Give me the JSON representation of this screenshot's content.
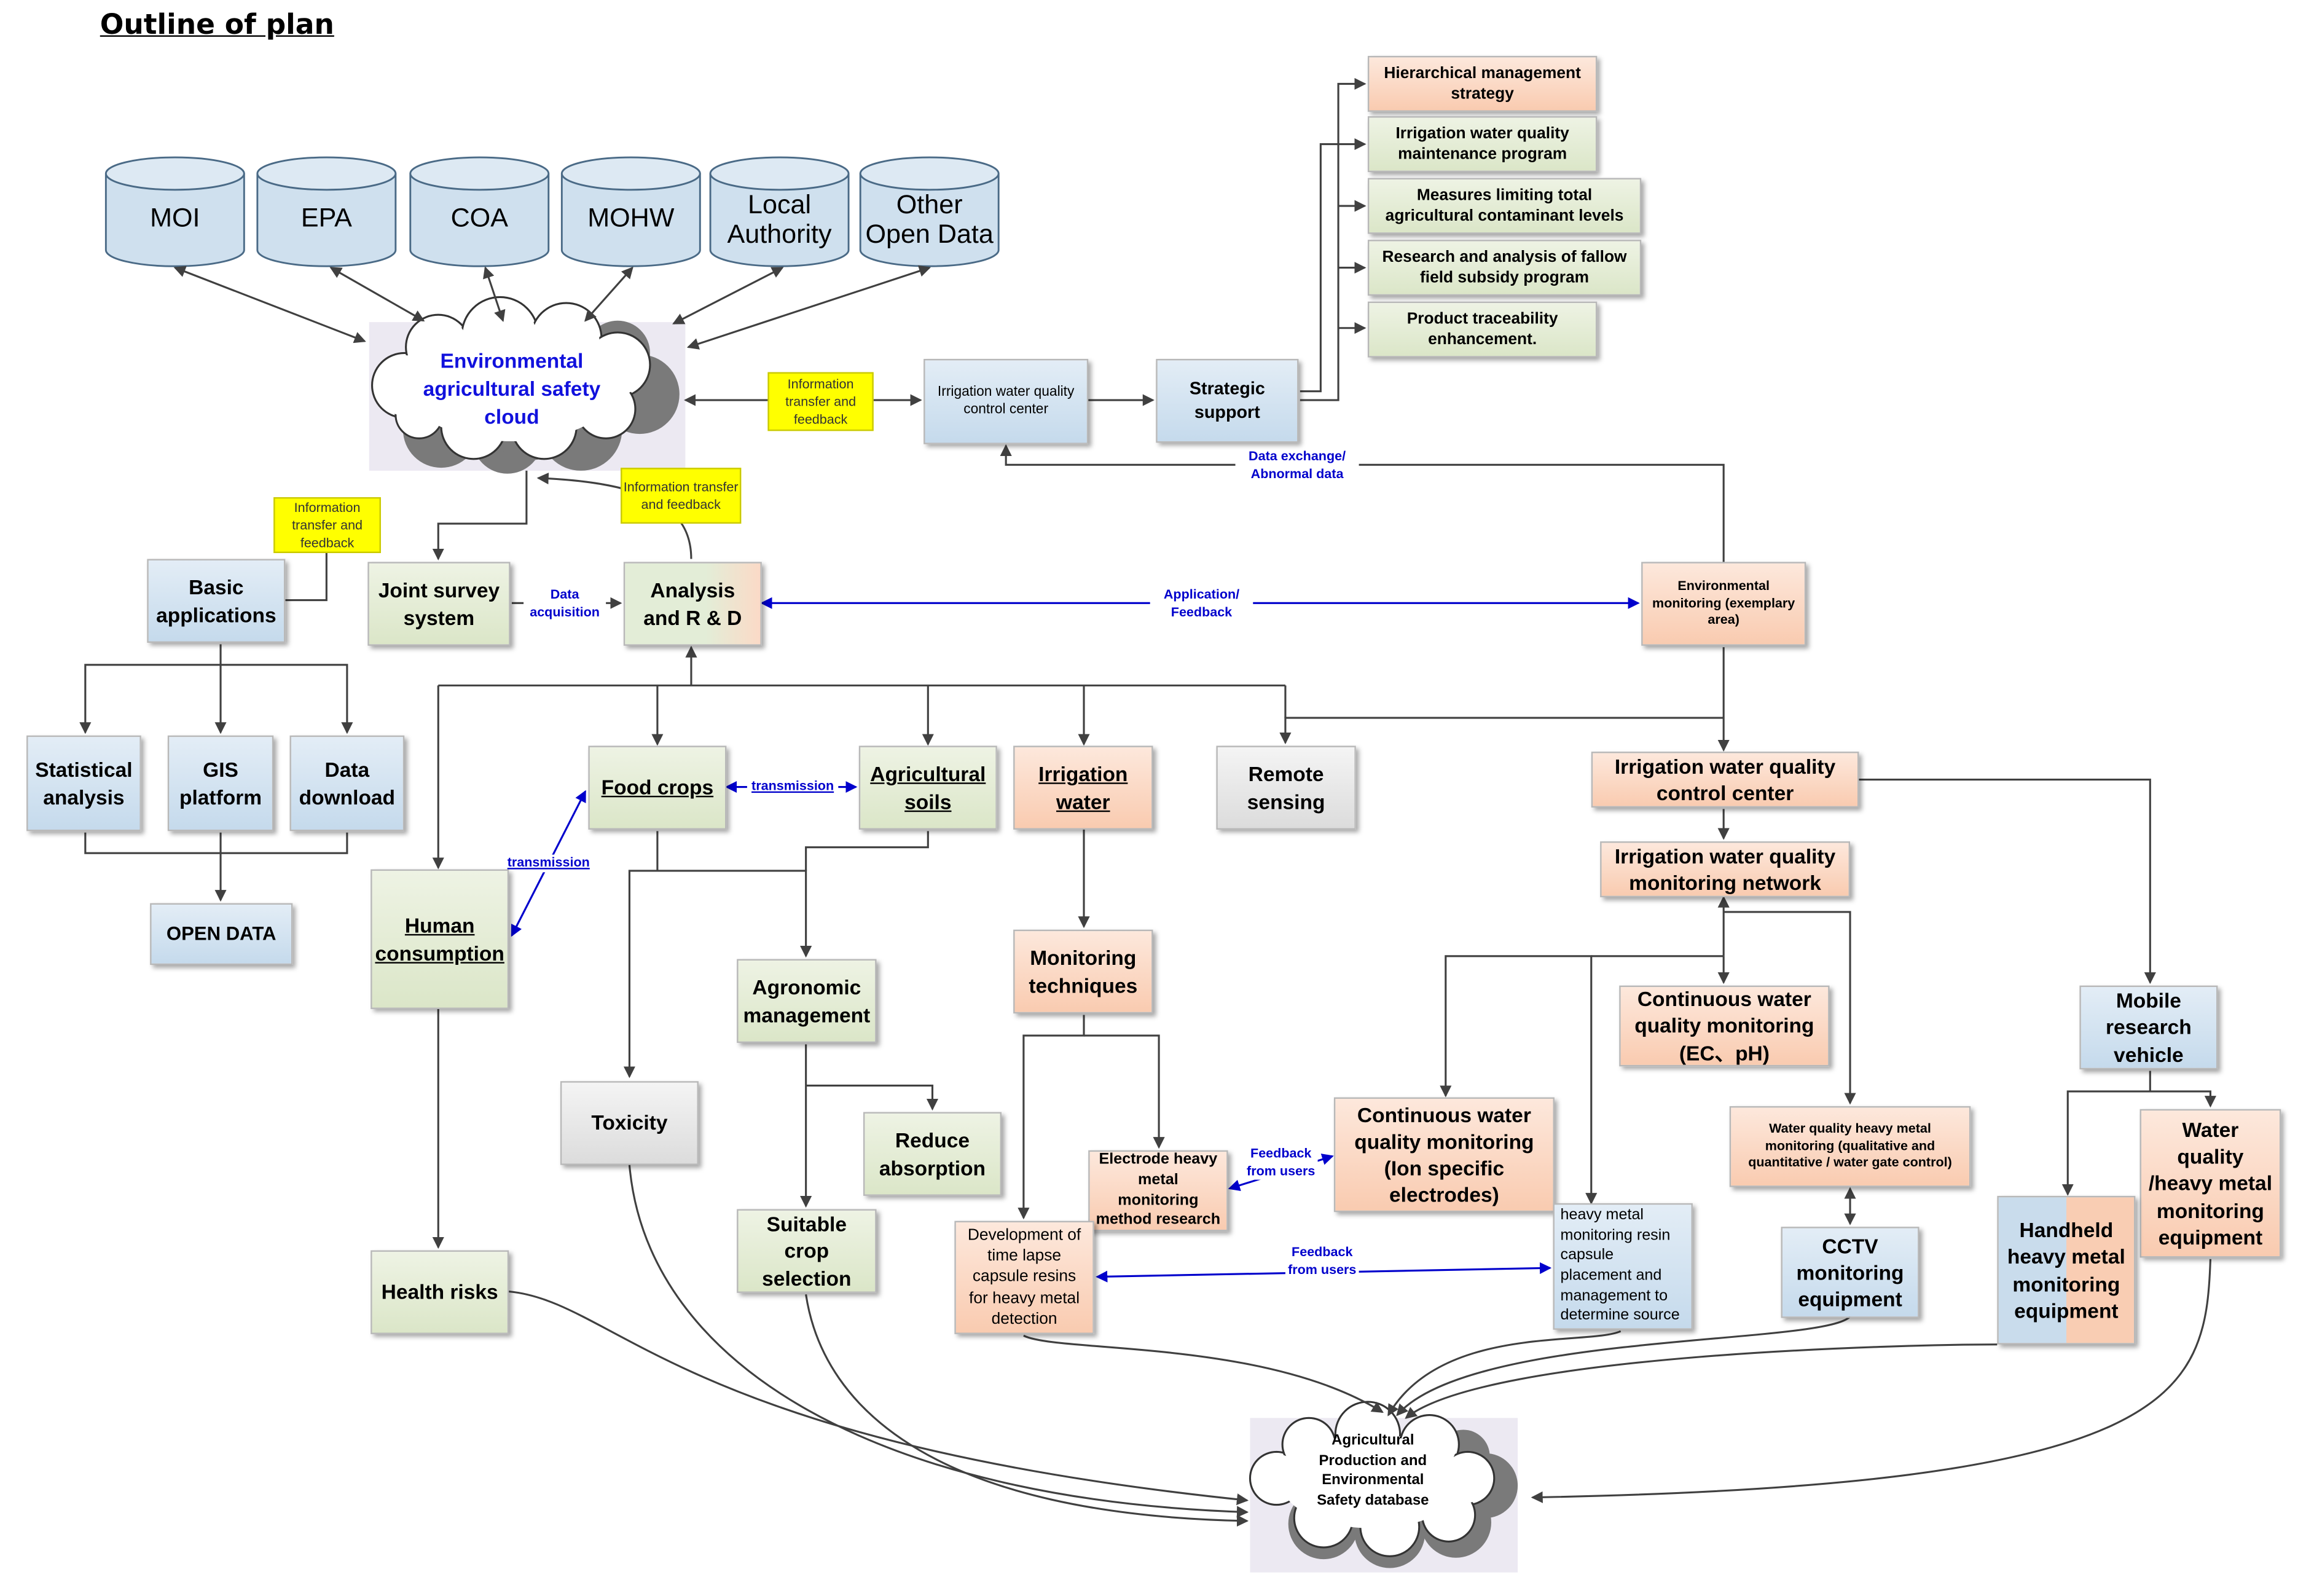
{
  "title": "Outline of plan",
  "cylinders": [
    "MOI",
    "EPA",
    "COA",
    "MOHW",
    "Local Authority",
    "Other Open Data"
  ],
  "cloud_env": "Environmental agricultural safety cloud",
  "cloud_db": "Agricultural Production and Environmental Safety database",
  "notes": {
    "info1": "Information transfer and feedback",
    "info2": "Information transfer and feedback",
    "info3": "Information transfer and feedback"
  },
  "labels": {
    "data_acquisition": "Data acquisition",
    "application_feedback": "Application/ Feedback",
    "data_exchange": "Data exchange/ Abnormal data",
    "transmission1": "transmission",
    "transmission2": "transmission",
    "feedback1": "Feedback from users",
    "feedback2": "Feedback from users"
  },
  "boxes": {
    "hier": "Hierarchical management strategy",
    "irr_maint": "Irrigation water quality maintenance program",
    "measures": "Measures limiting total agricultural contaminant levels",
    "fallow": "Research and analysis of fallow field subsidy program",
    "trace": "Product traceability enhancement.",
    "iwqcc_top": "Irrigation water quality control center",
    "strategic": "Strategic support",
    "basic": "Basic applications",
    "joint": "Joint survey system",
    "analysis": "Analysis and R & D",
    "env_mon": "Environmental monitoring (exemplary area)",
    "stat": "Statistical analysis",
    "gis": "GIS platform",
    "download": "Data download",
    "open": "OPEN DATA",
    "food": "Food crops",
    "agsoils": "Agricultural soils",
    "irrwater": "Irrigation water",
    "remote": "Remote sensing",
    "iwqcc": "Irrigation water quality control center",
    "iwqmn": "Irrigation water quality monitoring network",
    "human": "Human consumption",
    "agron": "Agronomic management",
    "montech": "Monitoring techniques",
    "cont_ec": "Continuous water quality monitoring (EC、pH)",
    "mobile": "Mobile research vehicle",
    "toxicity": "Toxicity",
    "reduce": "Reduce absorption",
    "electrode": "Electrode heavy metal monitoring method research",
    "cont_ion": "Continuous water quality monitoring (Ion specific electrodes)",
    "wq_heavy": "Water quality heavy metal monitoring (qualitative and quantitative / water gate control)",
    "wq_equip": "Water quality /heavy metal monitoring equipment",
    "suitable": "Suitable crop selection",
    "devlapse": "Development of time lapse capsule resins for heavy metal detection",
    "resin": "heavy metal monitoring resin capsule placement and management to determine source",
    "cctv": "CCTV monitoring equipment",
    "handheld": "Handheld heavy metal monitoring equipment",
    "health": "Health risks"
  },
  "colors": {
    "blue_box": "#c5daec",
    "green_box": "#dbe6c8",
    "peach_box": "#f9cbb0",
    "gray_box": "#dcdcdc",
    "note_yellow": "#ffff00",
    "label_blue": "#0000cc",
    "cloud_text": "#1111dd",
    "line": "#404040"
  }
}
